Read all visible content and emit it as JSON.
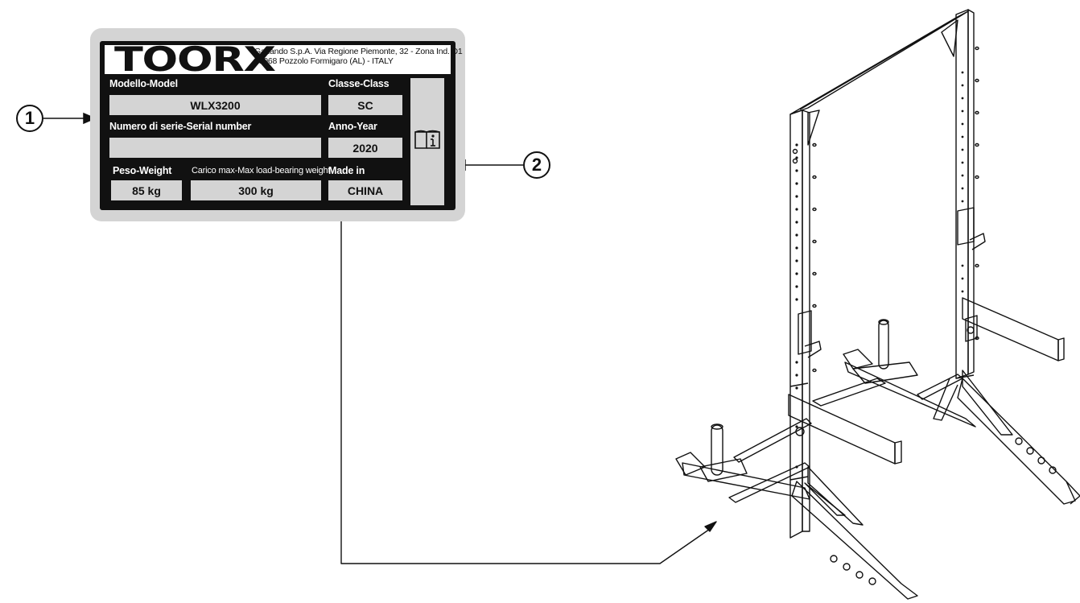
{
  "label": {
    "brand": "TOORX",
    "company_line1": "Garlando S.p.A. Via Regione Piemonte, 32 - Zona Ind. D1",
    "company_line2": "15068 Pozzolo Formigaro (AL) - ITALY",
    "model_label": "Modello-Model",
    "model_value": "WLX3200",
    "class_label": "Classe-Class",
    "class_value": "SC",
    "serial_label": "Numero di serie-Serial number",
    "serial_value": "",
    "year_label": "Anno-Year",
    "year_value": "2020",
    "weight_label": "Peso-Weight",
    "weight_value": "85 kg",
    "maxload_label": "Carico max-Max load-bearing weight",
    "maxload_value": "300 kg",
    "madein_label": "Made in",
    "madein_value": "CHINA",
    "manual_icon": "book-info-icon"
  },
  "callouts": [
    "1",
    "2"
  ],
  "colors": {
    "plate": "#111111",
    "field": "#d4d4d4",
    "line": "#111111"
  }
}
